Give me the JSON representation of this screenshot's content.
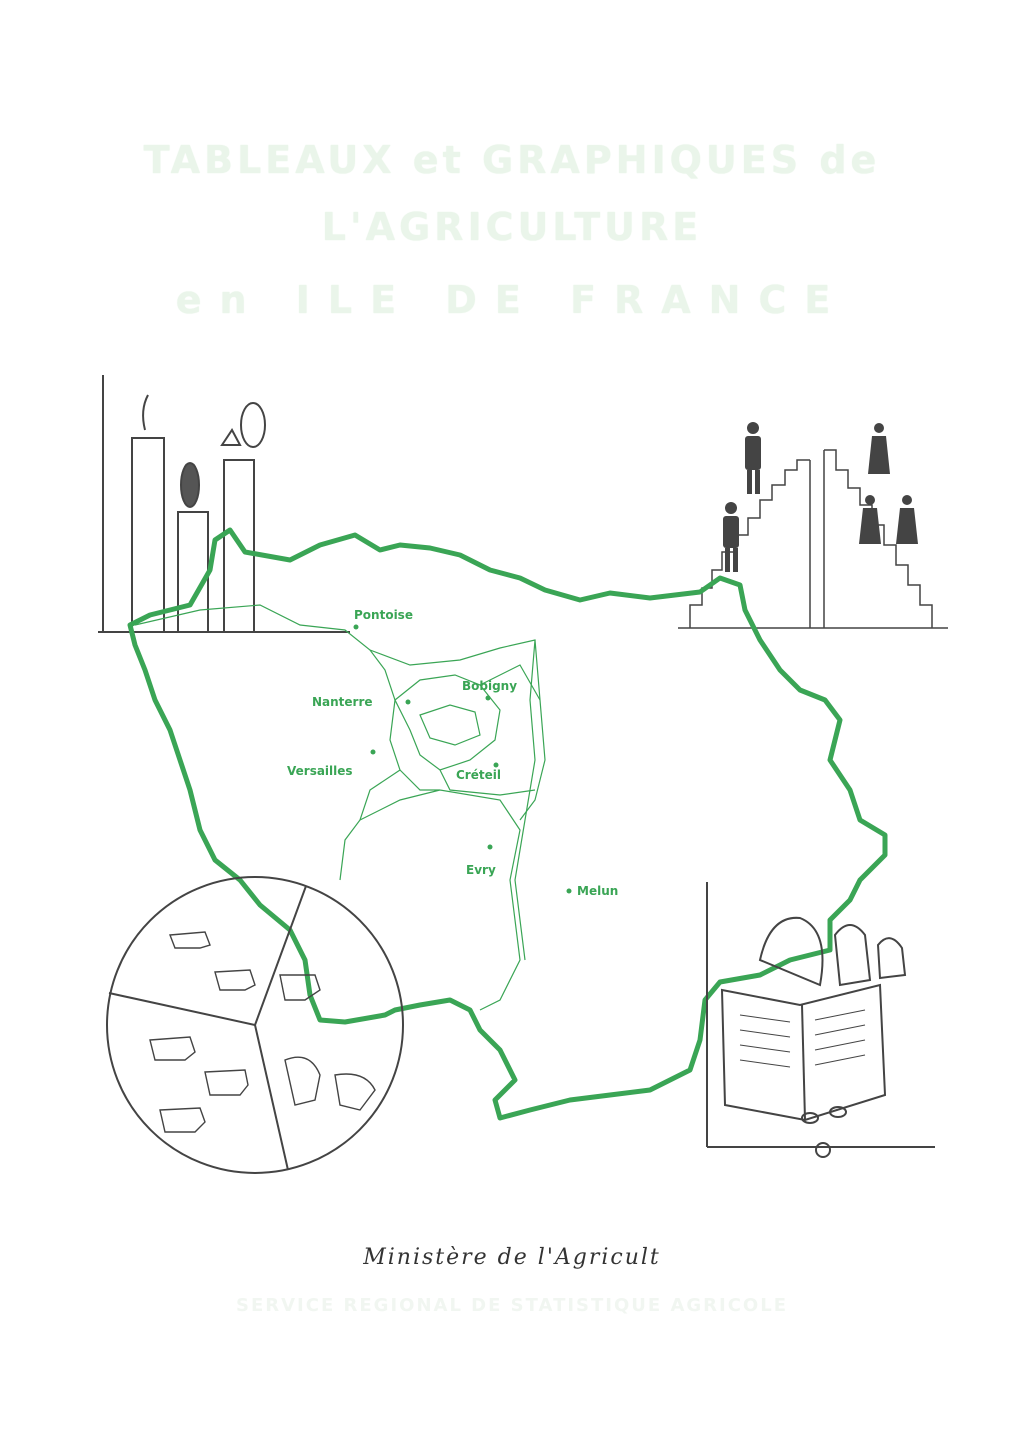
{
  "title": {
    "line1": "TABLEAUX et GRAPHIQUES de",
    "line2": "L'AGRICULTURE",
    "line3": "en ILE DE FRANCE"
  },
  "cities": {
    "pontoise": "Pontoise",
    "nanterre": "Nanterre",
    "bobigny": "Bobigny",
    "versailles": "Versailles",
    "creteil": "Créteil",
    "evry": "Evry",
    "melun": "Melun"
  },
  "footer": {
    "ministry": "Ministère de l'Agricult",
    "service": "SERVICE REGIONAL DE STATISTIQUE AGRICOLE"
  },
  "colors": {
    "border": "#3aa555",
    "ink": "#333333"
  }
}
